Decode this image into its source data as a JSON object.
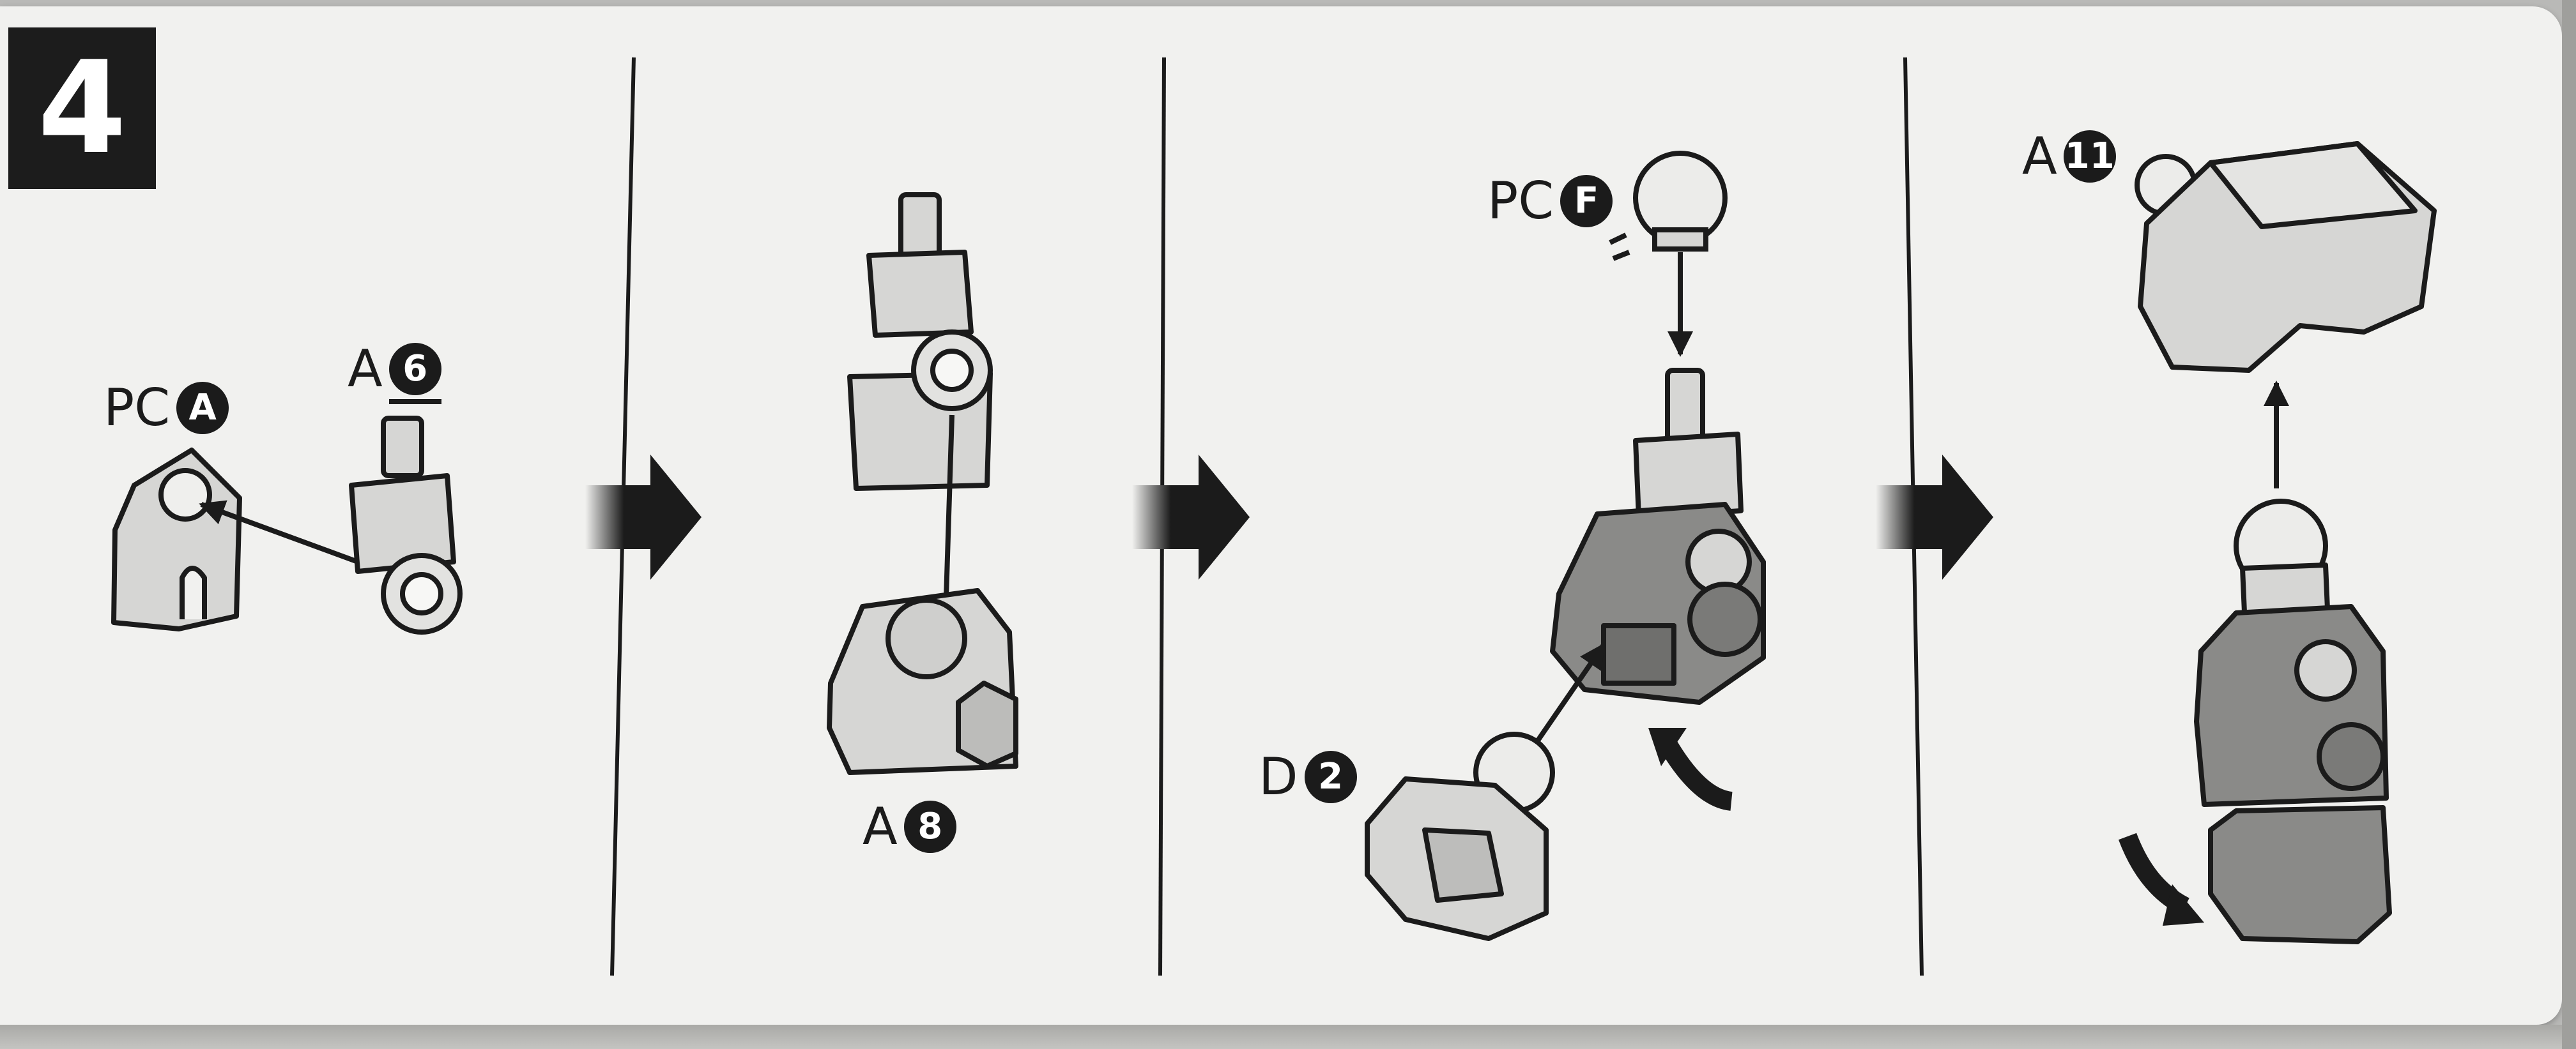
{
  "step": {
    "number": "4"
  },
  "labels": {
    "pc_a": {
      "prefix": "PC",
      "mark": "A"
    },
    "a6": {
      "prefix": "A",
      "mark": "6"
    },
    "a8": {
      "prefix": "A",
      "mark": "8"
    },
    "pc_f": {
      "prefix": "PC",
      "mark": "F"
    },
    "d2": {
      "prefix": "D",
      "mark": "2"
    },
    "a11": {
      "prefix": "A",
      "mark": "11"
    }
  },
  "colors": {
    "sheet": "#f1f1ef",
    "badge": "#1c1c1c",
    "part_light": "#d6d6d4",
    "part_dark": "#8a8a88",
    "line": "#1b1b1b"
  }
}
